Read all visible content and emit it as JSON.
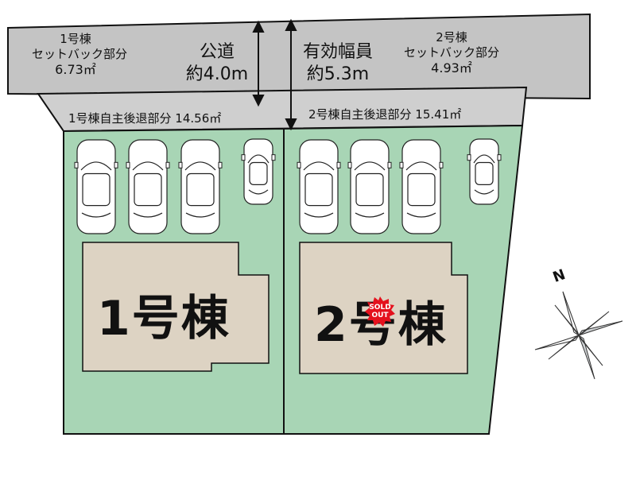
{
  "road": {
    "label": "公道",
    "width": "約4.0m",
    "effective_label": "有効幅員",
    "effective_width": "約5.3m"
  },
  "lot1": {
    "setback_title": "1号棟",
    "setback_sub": "セットバック部分",
    "setback_area": "6.73㎡",
    "voluntary_setback": "1号棟自主後退部分 14.56㎡",
    "building_label": "1号棟",
    "parking_spaces": 4
  },
  "lot2": {
    "setback_title": "2号棟",
    "setback_sub": "セットバック部分",
    "setback_area": "4.93㎡",
    "voluntary_setback": "2号棟自主後退部分 15.41㎡",
    "building_label": "2号棟",
    "sold_badge_line1": "SOLD",
    "sold_badge_line2": "OUT",
    "parking_spaces": 4
  },
  "compass": {
    "north_label": "N"
  },
  "colors": {
    "road": "#c4c4c4",
    "setback_strip": "#cfcfcf",
    "lot": "#a8d5b5",
    "building": "#ddd3c3",
    "sold_badge": "#e4111d",
    "outline": "#111111"
  }
}
